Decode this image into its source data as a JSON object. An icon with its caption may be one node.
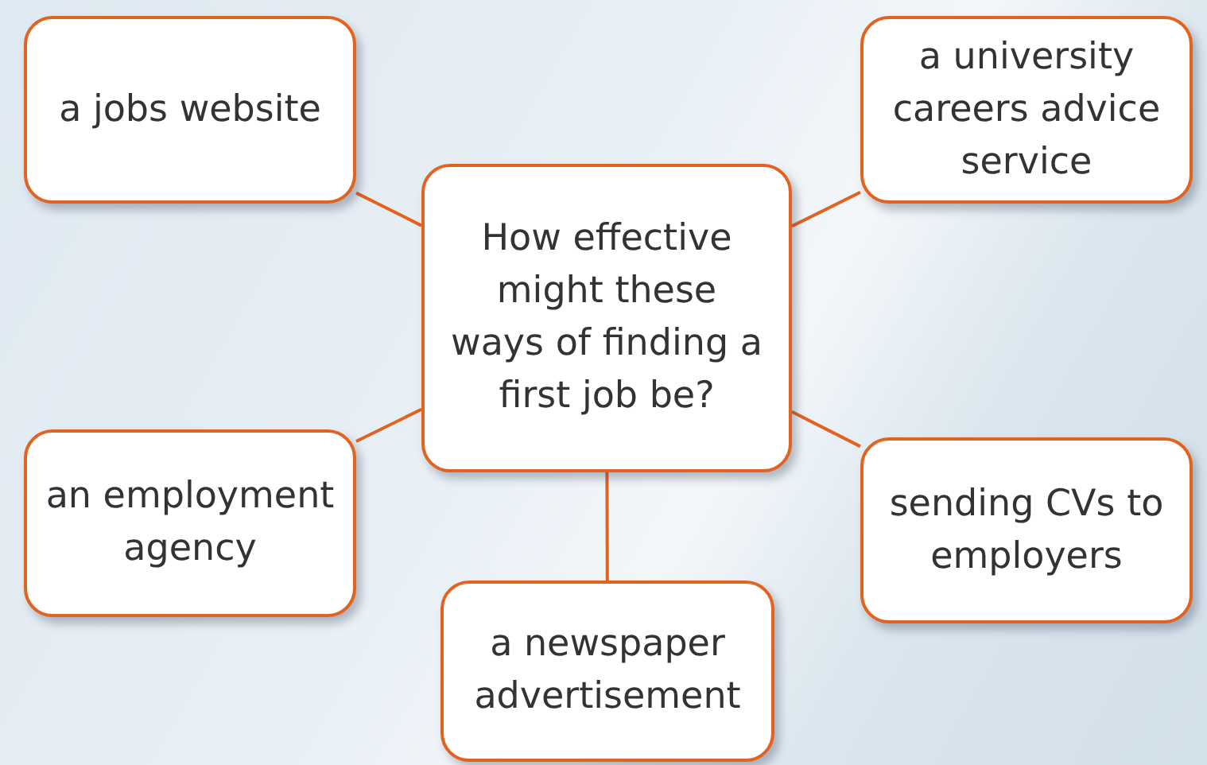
{
  "diagram": {
    "nodes": [
      {
        "text": [
          "How effective might these ways of finding a first job be?"
        ]
      },
      {
        "text": [
          "a jobs website"
        ]
      },
      {
        "text": [
          "a university careers advice service"
        ]
      },
      {
        "text": [
          "an employment agency"
        ]
      },
      {
        "text": [
          "sending CVs to employers"
        ]
      },
      {
        "text": [
          "a newspaper advertisement"
        ]
      }
    ],
    "edges": [
      {
        "from": 0,
        "to": 1,
        "arrow": "none"
      },
      {
        "from": 0,
        "to": 2,
        "arrow": "none"
      },
      {
        "from": 0,
        "to": 3,
        "arrow": "none"
      },
      {
        "from": 0,
        "to": 4,
        "arrow": "none"
      },
      {
        "from": 0,
        "to": 5,
        "arrow": "none"
      }
    ]
  }
}
